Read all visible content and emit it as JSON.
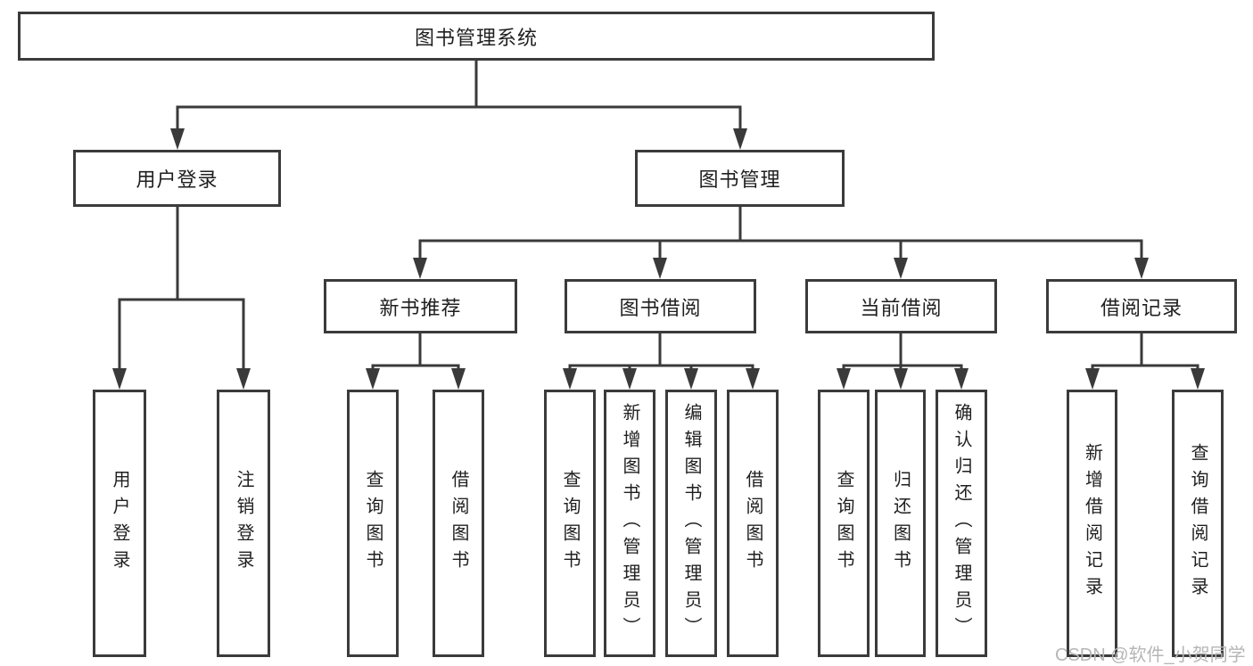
{
  "colors": {
    "line": "#3a3a3a",
    "box_border": "#3b3b3b",
    "text": "#1f1f1f",
    "watermark": "#b6b6b6",
    "background": "#ffffff"
  },
  "nodes": {
    "root": "图书管理系统",
    "level2": [
      "用户登录",
      "图书管理"
    ],
    "level3": [
      "新书推荐",
      "图书借阅",
      "当前借阅",
      "借阅记录"
    ],
    "leaves": [
      "用户登录",
      "注销登录",
      "查询图书",
      "借阅图书",
      "查询图书",
      "新增图书（管理员）",
      "编辑图书（管理员）",
      "借阅图书",
      "查询图书",
      "归还图书",
      "确认归还（管理员）",
      "新增借阅记录",
      "查询借阅记录"
    ]
  },
  "watermark": "CSDN @软件_小贺同学"
}
